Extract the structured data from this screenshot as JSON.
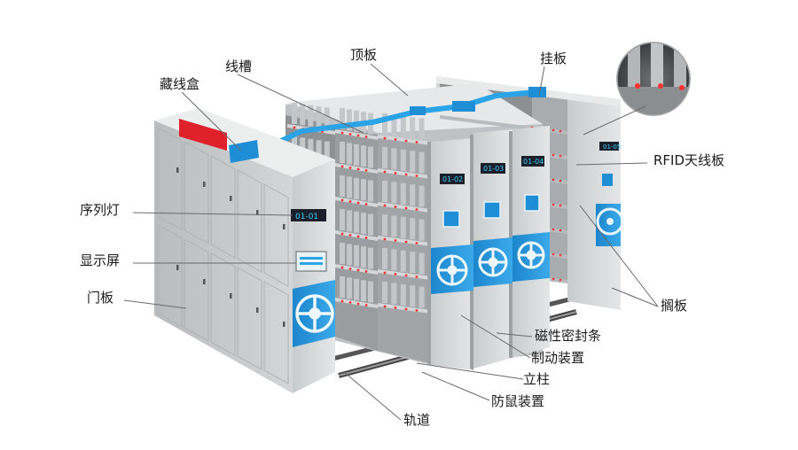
{
  "labels": {
    "cable_box": "藏线盒",
    "cable_trough": "线槽",
    "top_panel": "顶板",
    "hanging_panel": "挂板",
    "rfid_board": "RFID天线板",
    "sequence_light": "序列灯",
    "display_screen": "显示屏",
    "door_panel": "门板",
    "shelf_board": "搁板",
    "magnetic_seal": "磁性密封条",
    "brake_device": "制动装置",
    "column": "立柱",
    "anti_rodent": "防鼠装置",
    "track": "轨道"
  },
  "screens": {
    "end_unit": "01-01",
    "unit_1": "01-02",
    "unit_2": "01-03",
    "unit_3": "01-04",
    "rear_unit": "01-05"
  },
  "colors": {
    "cabinet_body": "#d9dbdc",
    "cabinet_shadow": "#b5b8ba",
    "accent_blue": "#1e8fd6",
    "trough_blue": "#2aa4e6",
    "sign_red": "#e0202a",
    "led_red": "#ff3030",
    "screen_dark": "#1a1f2a"
  },
  "icons": {
    "handwheel": "handwheel-icon",
    "led_strip": "led-strip-icon",
    "keyhole": "keyhole-icon"
  }
}
